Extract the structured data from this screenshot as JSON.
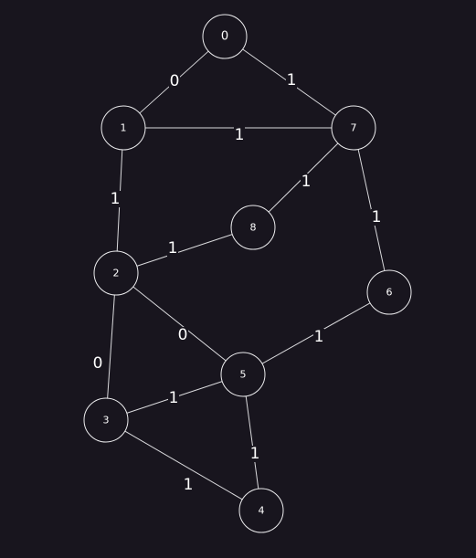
{
  "colors": {
    "background": "#18151e",
    "node_fill": "#18151e",
    "node_stroke": "#ececee",
    "edge": "#d9d9dc",
    "text": "#ffffff"
  },
  "graph": {
    "nodes": [
      {
        "id": "0",
        "label": "0"
      },
      {
        "id": "1",
        "label": "1"
      },
      {
        "id": "2",
        "label": "2"
      },
      {
        "id": "3",
        "label": "3"
      },
      {
        "id": "4",
        "label": "4"
      },
      {
        "id": "5",
        "label": "5"
      },
      {
        "id": "6",
        "label": "6"
      },
      {
        "id": "7",
        "label": "7"
      },
      {
        "id": "8",
        "label": "8"
      }
    ],
    "edges": [
      {
        "from": "0",
        "to": "1",
        "weight": "0"
      },
      {
        "from": "0",
        "to": "7",
        "weight": "1"
      },
      {
        "from": "1",
        "to": "7",
        "weight": "1"
      },
      {
        "from": "1",
        "to": "2",
        "weight": "1"
      },
      {
        "from": "7",
        "to": "8",
        "weight": "1"
      },
      {
        "from": "7",
        "to": "6",
        "weight": "1"
      },
      {
        "from": "2",
        "to": "8",
        "weight": "1"
      },
      {
        "from": "2",
        "to": "5",
        "weight": "0"
      },
      {
        "from": "2",
        "to": "3",
        "weight": "0"
      },
      {
        "from": "6",
        "to": "5",
        "weight": "1"
      },
      {
        "from": "3",
        "to": "5",
        "weight": "1"
      },
      {
        "from": "5",
        "to": "4",
        "weight": "1"
      },
      {
        "from": "3",
        "to": "4",
        "weight": "1"
      }
    ]
  }
}
